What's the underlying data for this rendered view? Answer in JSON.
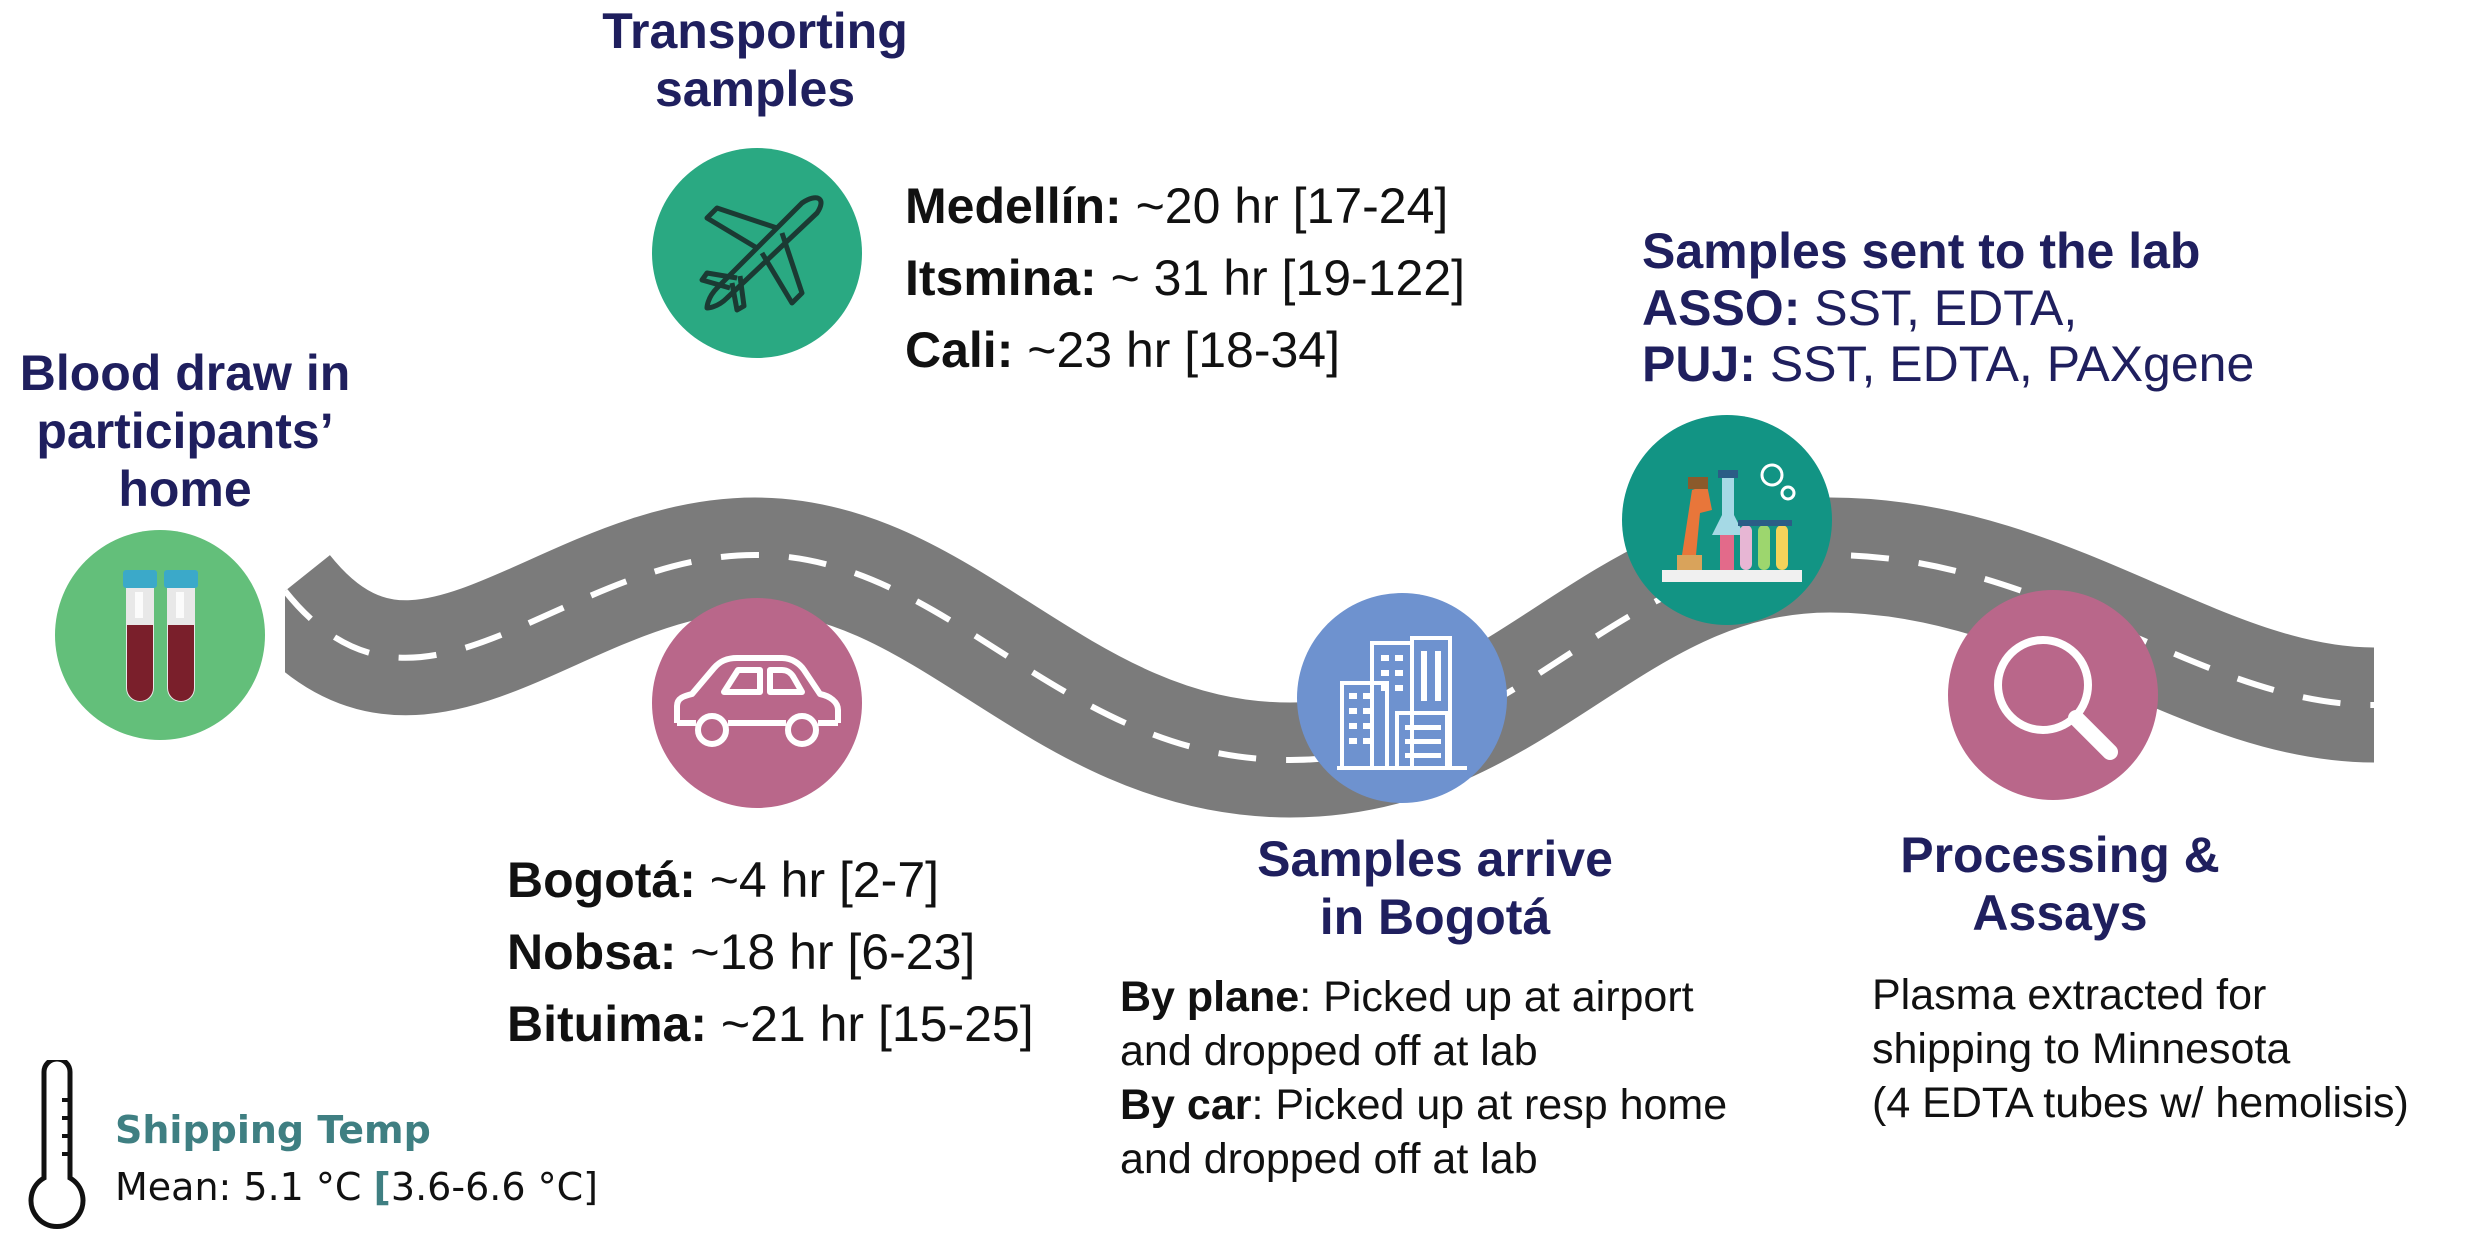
{
  "blood_draw": {
    "title": [
      "Blood draw in",
      "participants’",
      "home"
    ]
  },
  "transport": {
    "title": [
      "Transporting",
      "samples"
    ],
    "lines": [
      {
        "city": "Medellín:",
        "time": " ~20 hr [17-24]"
      },
      {
        "city": "Itsmina:",
        "time": " ~ 31 hr [19-122]"
      },
      {
        "city": "Cali:",
        "time": " ~23 hr [18-34]"
      }
    ]
  },
  "car_routes": {
    "lines": [
      {
        "city": "Bogotá:",
        "time": " ~4 hr [2-7]"
      },
      {
        "city": "Nobsa:",
        "time": " ~18 hr [6-23]"
      },
      {
        "city": "Bituima:",
        "time": " ~21 hr [15-25]"
      }
    ]
  },
  "lab": {
    "title": "Samples sent to the lab",
    "lines": [
      {
        "org": "ASSO:",
        "tubes": " SST, EDTA,"
      },
      {
        "org": "PUJ:",
        "tubes": " SST, EDTA, PAXgene"
      }
    ]
  },
  "arrive": {
    "title": [
      "Samples arrive",
      "in Bogotá"
    ],
    "plane_label": "By plane",
    "plane_text": ": Picked up at airport",
    "plane_text2": "and dropped off at lab",
    "car_label": "By car",
    "car_text": ": Picked up at resp home",
    "car_text2": "and dropped off at lab"
  },
  "processing": {
    "title": [
      "Processing &",
      "Assays"
    ],
    "lines": [
      "Plasma extracted for",
      "shipping to Minnesota",
      "(4 EDTA tubes w/ hemolisis)"
    ]
  },
  "shipping_temp": {
    "title": "Shipping Temp",
    "prefix": "Mean: 5.1 °C ",
    "bracket": "[",
    "range": "3.6-6.6 °C]"
  },
  "colors": {
    "road": "#7b7b7b",
    "blood_circle": "#63bf7a",
    "plane_circle": "#2aa982",
    "car_circle": "#b9678a",
    "city_circle": "#6e92cf",
    "lab_circle": "#129484",
    "search_circle": "#b9678a",
    "heading": "#1f1f5e",
    "temp_accent": "#3f7f82"
  },
  "icons": [
    "test-tubes-icon",
    "airplane-icon",
    "car-icon",
    "city-buildings-icon",
    "lab-equipment-icon",
    "magnifier-icon",
    "thermometer-icon"
  ]
}
